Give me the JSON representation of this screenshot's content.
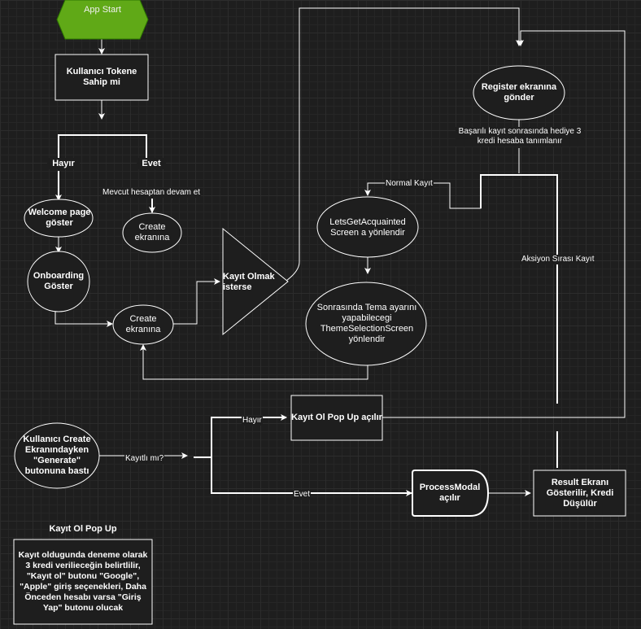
{
  "nodes": {
    "app_start": "App Start",
    "token_check": "Kullanıcı Tokene Sahip mi",
    "branch_no": "Hayır",
    "branch_yes": "Evet",
    "welcome": "Welcome page göster",
    "onboarding": "Onboarding Göster",
    "create_top": "Create ekranına",
    "create_mid": "Create ekranına",
    "register_triangle": "Kayıt Olmak isterse",
    "register": "Register ekranına gönder",
    "lets_get": "LetsGetAcquainted Screen a yönlendir",
    "theme": "Sonrasında Tema ayarını yapabilecegi ThemeSelectionScreen yönlendir",
    "generate": "Kullanıcı Create Ekranındayken \"Generate\" butonuna bastı",
    "popup": "Kayıt Ol Pop Up açılır",
    "process_modal": "ProcessModal açılır",
    "result": "Result Ekranı Gösterilir, Kredi Düşülür"
  },
  "edges": {
    "mevcut": "Mevcut hesaptan devam et",
    "basarili": "Başarılı kayıt sonrasında hediye 3 kredi hesaba tanımlanır",
    "normal": "Normal Kayıt",
    "aksiyon": "Aksiyon Sırası Kayıt",
    "kayitli_mi": "Kayıtlı mı?",
    "hayir": "Hayır",
    "evet": "Evet"
  },
  "note": {
    "title": "Kayıt Ol Pop Up",
    "body": "Kayıt oldugunda deneme olarak 3 kredi verilieceğin belirtlilir, \"Kayıt ol\" butonu \"Google\", \"Apple\" giriş seçenekleri, Daha Önceden hesabı varsa \"Giriş Yap\" butonu olucak"
  },
  "colors": {
    "start_fill": "#60a917",
    "start_stroke": "#2d7600",
    "line": "#ffffff",
    "background": "#1e1e1e"
  }
}
